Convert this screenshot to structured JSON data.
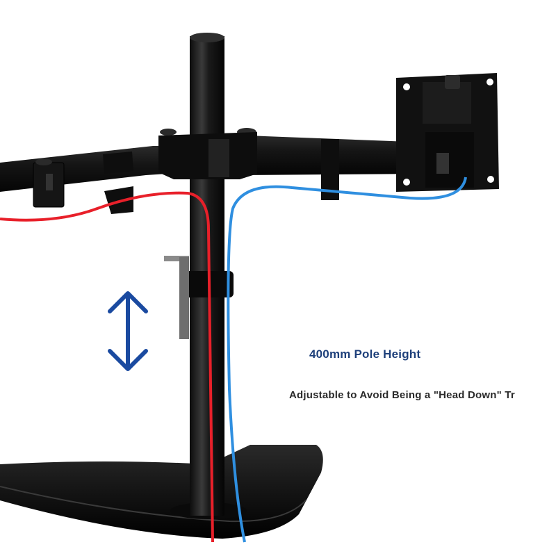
{
  "product_photo": {
    "subject": "dual monitor stand with single pole and cable routing",
    "headline": "400mm Pole Height",
    "subline": "Adjustable to Avoid Being a \"Head Down\" Tr",
    "icons": {
      "height_arrow": "double-arrow-vertical-icon"
    },
    "colors": {
      "headline": "#1d3f7a",
      "subline": "#2a2a2a",
      "arrow": "#1a4aa0",
      "metal": "#121212",
      "cable_red": "#e8202a",
      "cable_blue": "#2f8fe0"
    }
  }
}
